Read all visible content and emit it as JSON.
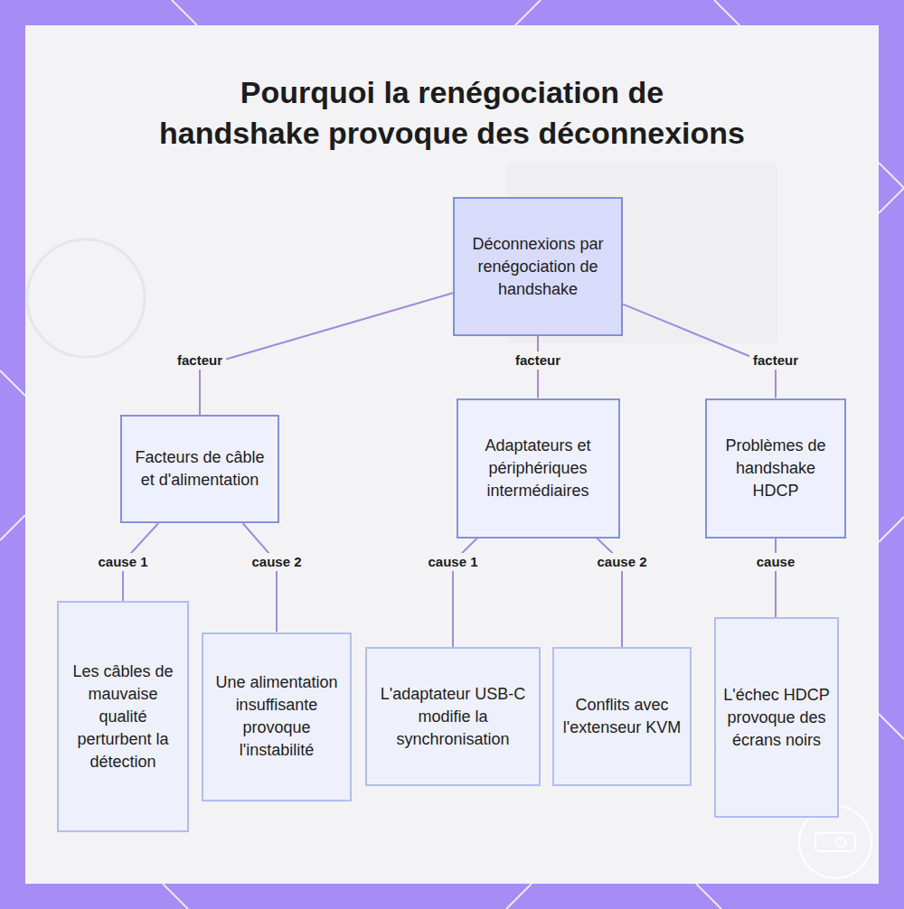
{
  "diagram": {
    "title": "Pourquoi la renégociation de handshake provoque des déconnexions",
    "nodes": [
      {
        "text": [
          "Déconnexions par renégociation de handshake"
        ]
      },
      {
        "text": [
          "Facteurs de câble et d'alimentation"
        ]
      },
      {
        "text": [
          "Adaptateurs et périphériques intermédiaires"
        ]
      },
      {
        "text": [
          "Problèmes de handshake HDCP"
        ]
      },
      {
        "text": [
          "Les câbles de mauvaise qualité perturbent la détection"
        ]
      },
      {
        "text": [
          "Une alimentation insuffisante provoque l'instabilité"
        ]
      },
      {
        "text": [
          "L'adaptateur USB-C modifie la synchronisation"
        ]
      },
      {
        "text": [
          "Conflits avec l'extenseur KVM"
        ]
      },
      {
        "text": [
          "L'échec HDCP provoque des écrans noirs"
        ]
      }
    ],
    "edges": [
      {
        "from": 0,
        "to": 1,
        "label": "facteur",
        "arrow": "none"
      },
      {
        "from": 0,
        "to": 2,
        "label": "facteur",
        "arrow": "none"
      },
      {
        "from": 0,
        "to": 3,
        "label": "facteur",
        "arrow": "none"
      },
      {
        "from": 1,
        "to": 4,
        "label": "cause 1",
        "arrow": "none"
      },
      {
        "from": 1,
        "to": 5,
        "label": "cause 2",
        "arrow": "none"
      },
      {
        "from": 2,
        "to": 6,
        "label": "cause 1",
        "arrow": "none"
      },
      {
        "from": 2,
        "to": 7,
        "label": "cause 2",
        "arrow": "none"
      },
      {
        "from": 3,
        "to": 8,
        "label": "cause",
        "arrow": "none"
      }
    ]
  }
}
